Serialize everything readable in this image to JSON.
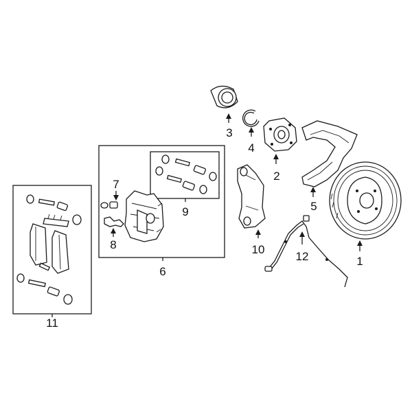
{
  "diagram": {
    "callouts": [
      {
        "id": "1",
        "label": "1"
      },
      {
        "id": "2",
        "label": "2"
      },
      {
        "id": "3",
        "label": "3"
      },
      {
        "id": "4",
        "label": "4"
      },
      {
        "id": "5",
        "label": "5"
      },
      {
        "id": "6",
        "label": "6"
      },
      {
        "id": "7",
        "label": "7"
      },
      {
        "id": "8",
        "label": "8"
      },
      {
        "id": "9",
        "label": "9"
      },
      {
        "id": "10",
        "label": "10"
      },
      {
        "id": "11",
        "label": "11"
      },
      {
        "id": "12",
        "label": "12"
      }
    ],
    "parts": [
      {
        "callout": "1",
        "icon": "brake-rotor-icon"
      },
      {
        "callout": "2",
        "icon": "wheel-hub-icon"
      },
      {
        "callout": "3",
        "icon": "wheel-bearing-icon"
      },
      {
        "callout": "4",
        "icon": "snap-ring-icon"
      },
      {
        "callout": "5",
        "icon": "splash-shield-icon"
      },
      {
        "callout": "6",
        "icon": "caliper-assembly-icon"
      },
      {
        "callout": "7",
        "icon": "bleeder-screw-icon"
      },
      {
        "callout": "8",
        "icon": "caliper-clip-icon"
      },
      {
        "callout": "9",
        "icon": "guide-pin-kit-icon"
      },
      {
        "callout": "10",
        "icon": "caliper-bracket-icon"
      },
      {
        "callout": "11",
        "icon": "brake-pad-set-icon"
      },
      {
        "callout": "12",
        "icon": "wear-sensor-icon"
      }
    ]
  }
}
